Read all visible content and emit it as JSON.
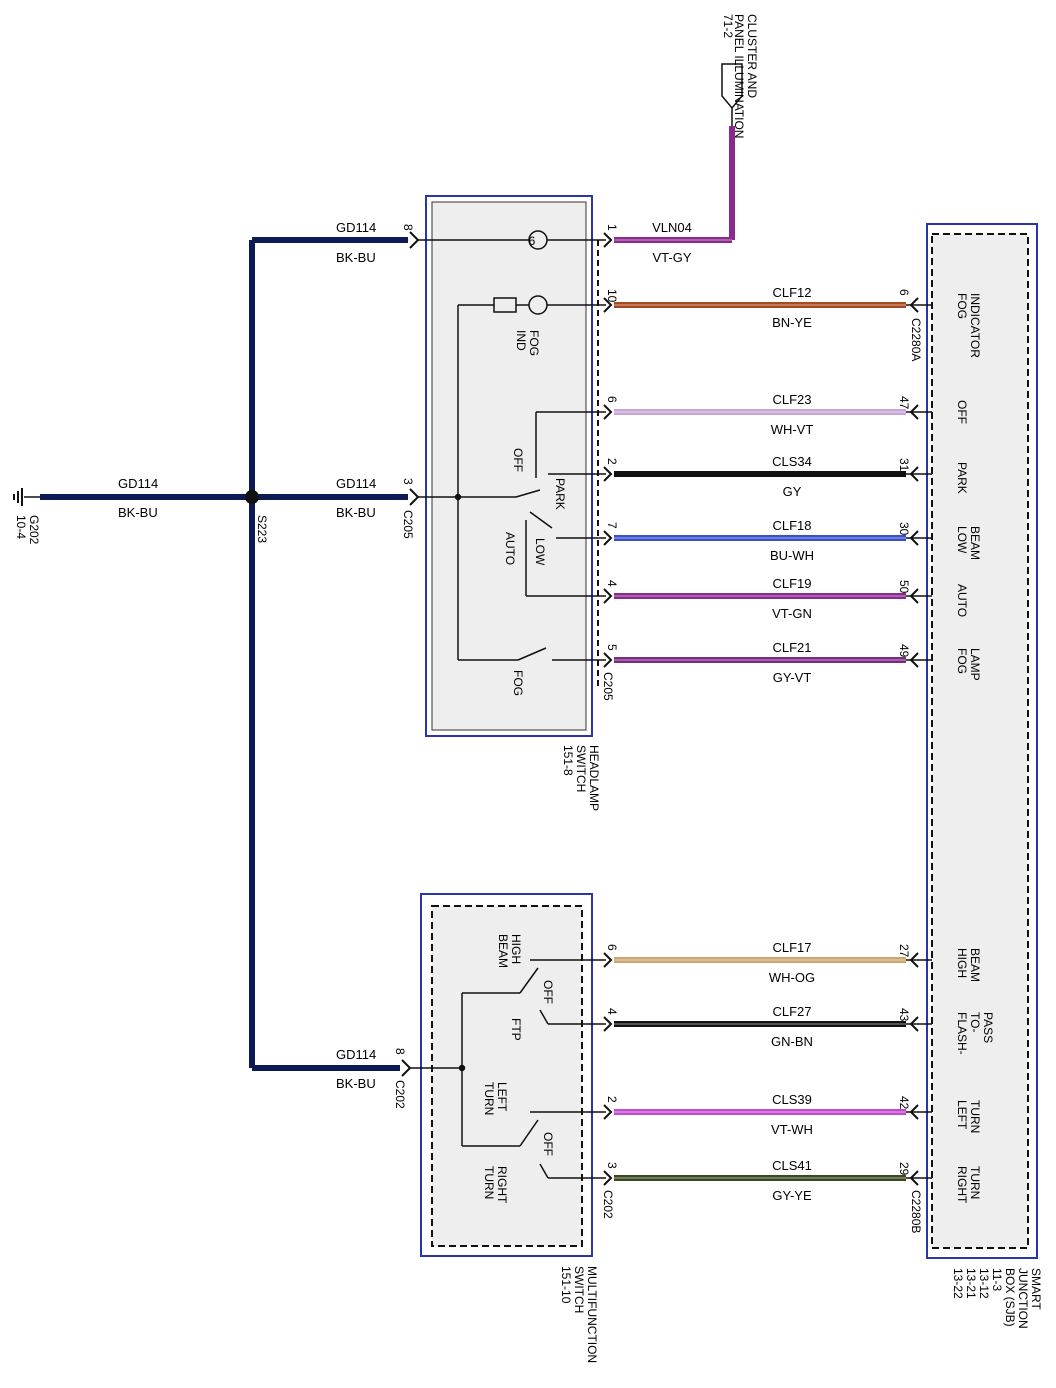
{
  "colors": {
    "bkbu": "#0d1a55",
    "vlgy": "#8a2a8f",
    "bnye": "#a84a1e",
    "whvt": "#c9a6d8",
    "gy": "#111111",
    "buwh": "#3a4fc7",
    "vtgn": "#8a2a8f",
    "gyvt": "#7b2a82",
    "whog": "#c8a870",
    "gnbn": "#111111",
    "vtwh": "#c24ad0",
    "gyye": "#3a4a1e",
    "box_border": "#2a36a8",
    "box_fill": "#eeeeee"
  },
  "ground": {
    "name": "G202",
    "ref": "10-4"
  },
  "splice": {
    "name": "S223"
  },
  "main_wire": {
    "circuit": "GD114",
    "color": "BK-BU"
  },
  "branch_top": {
    "circuit": "GD114",
    "color": "BK-BU",
    "pin": "8"
  },
  "branch_mid": {
    "circuit": "GD114",
    "color": "BK-BU",
    "pin": "3",
    "connector": "C205"
  },
  "branch_bot": {
    "circuit": "GD114",
    "color": "BK-BU",
    "pin": "8",
    "connector": "C202"
  },
  "cluster": {
    "line1": "CLUSTER AND",
    "line2": "PANEL ILLUMINATION",
    "ref": "71-2"
  },
  "headlamp_switch": {
    "name_line1": "HEADLAMP",
    "name_line2": "SWITCH",
    "ref": "151-8",
    "fog_ind_line1": "FOG",
    "fog_ind_line2": "IND",
    "off": "OFF",
    "park": "PARK",
    "auto": "AUTO",
    "low": "LOW",
    "fog": "FOG",
    "connector": "C205"
  },
  "multifunction_switch": {
    "name_line1": "MULTIFUNCTION",
    "name_line2": "SWITCH",
    "ref": "151-10",
    "high_beam_line1": "HIGH",
    "high_beam_line2": "BEAM",
    "off1": "OFF",
    "ftp": "FTP",
    "left_turn_line1": "LEFT",
    "left_turn_line2": "TURN",
    "off2": "OFF",
    "right_turn_line1": "RIGHT",
    "right_turn_line2": "TURN",
    "connector": "C202"
  },
  "sjb": {
    "name_line1": "SMART",
    "name_line2": "JUNCTION",
    "name_line3": "BOX (SJB)",
    "refs": [
      "11-3",
      "13-12",
      "13-21",
      "13-22"
    ],
    "connector_a": "C2280A",
    "connector_b": "C2280B"
  },
  "wires": [
    {
      "pin_l": "1",
      "circuit": "VLN04",
      "color": "VT-GY",
      "pin_r": "",
      "label_l1": "",
      "label_l2": ""
    },
    {
      "pin_l": "10",
      "circuit": "CLF12",
      "color": "BN-YE",
      "pin_r": "6",
      "label_l1": "FOG",
      "label_l2": "INDICATOR"
    },
    {
      "pin_l": "6",
      "circuit": "CLF23",
      "color": "WH-VT",
      "pin_r": "47",
      "label_l1": "OFF",
      "label_l2": ""
    },
    {
      "pin_l": "2",
      "circuit": "CLS34",
      "color": "GY",
      "pin_r": "31",
      "label_l1": "PARK",
      "label_l2": ""
    },
    {
      "pin_l": "7",
      "circuit": "CLF18",
      "color": "BU-WH",
      "pin_r": "30",
      "label_l1": "LOW",
      "label_l2": "BEAM"
    },
    {
      "pin_l": "4",
      "circuit": "CLF19",
      "color": "VT-GN",
      "pin_r": "50",
      "label_l1": "AUTO",
      "label_l2": ""
    },
    {
      "pin_l": "5",
      "circuit": "CLF21",
      "color": "GY-VT",
      "pin_r": "49",
      "label_l1": "FOG",
      "label_l2": "LAMP"
    },
    {
      "pin_l": "6",
      "circuit": "CLF17",
      "color": "WH-OG",
      "pin_r": "27",
      "label_l1": "HIGH",
      "label_l2": "BEAM"
    },
    {
      "pin_l": "4",
      "circuit": "CLF27",
      "color": "GN-BN",
      "pin_r": "43",
      "label_l1": "FLASH-",
      "label_l2": "TO-",
      "label_l3": "PASS"
    },
    {
      "pin_l": "2",
      "circuit": "CLS39",
      "color": "VT-WH",
      "pin_r": "42",
      "label_l1": "LEFT",
      "label_l2": "TURN"
    },
    {
      "pin_l": "3",
      "circuit": "CLS41",
      "color": "GY-YE",
      "pin_r": "29",
      "label_l1": "RIGHT",
      "label_l2": "TURN"
    }
  ]
}
